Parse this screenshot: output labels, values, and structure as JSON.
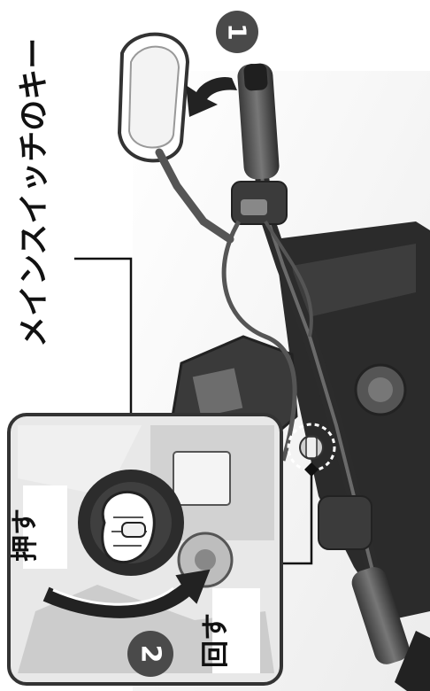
{
  "title": "メインスイッチのキー",
  "labels": {
    "push": "押す",
    "turn": "回す"
  },
  "steps": [
    "1",
    "2"
  ],
  "colors": {
    "badge": "#4a4a4a",
    "arrow": "#222222",
    "inset_border": "#333333",
    "background": "#ffffff"
  }
}
